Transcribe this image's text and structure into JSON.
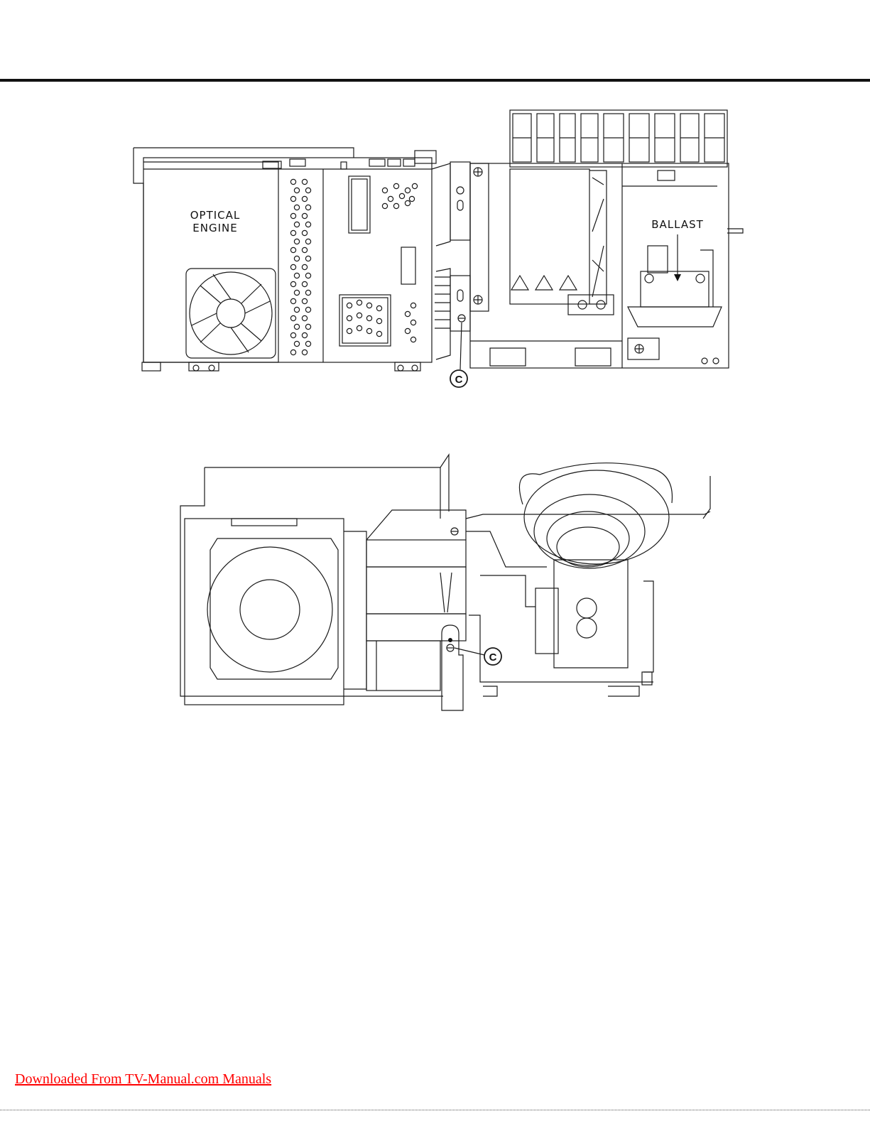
{
  "figure_top": {
    "label_optical_line1": "OPTICAL",
    "label_optical_line2": "ENGINE",
    "label_ballast": "BALLAST",
    "callout": "C"
  },
  "figure_bottom": {
    "callout": "C"
  },
  "footer": {
    "link_text": "Downloaded From TV-Manual.com Manuals",
    "link_color": "#ff0000"
  }
}
